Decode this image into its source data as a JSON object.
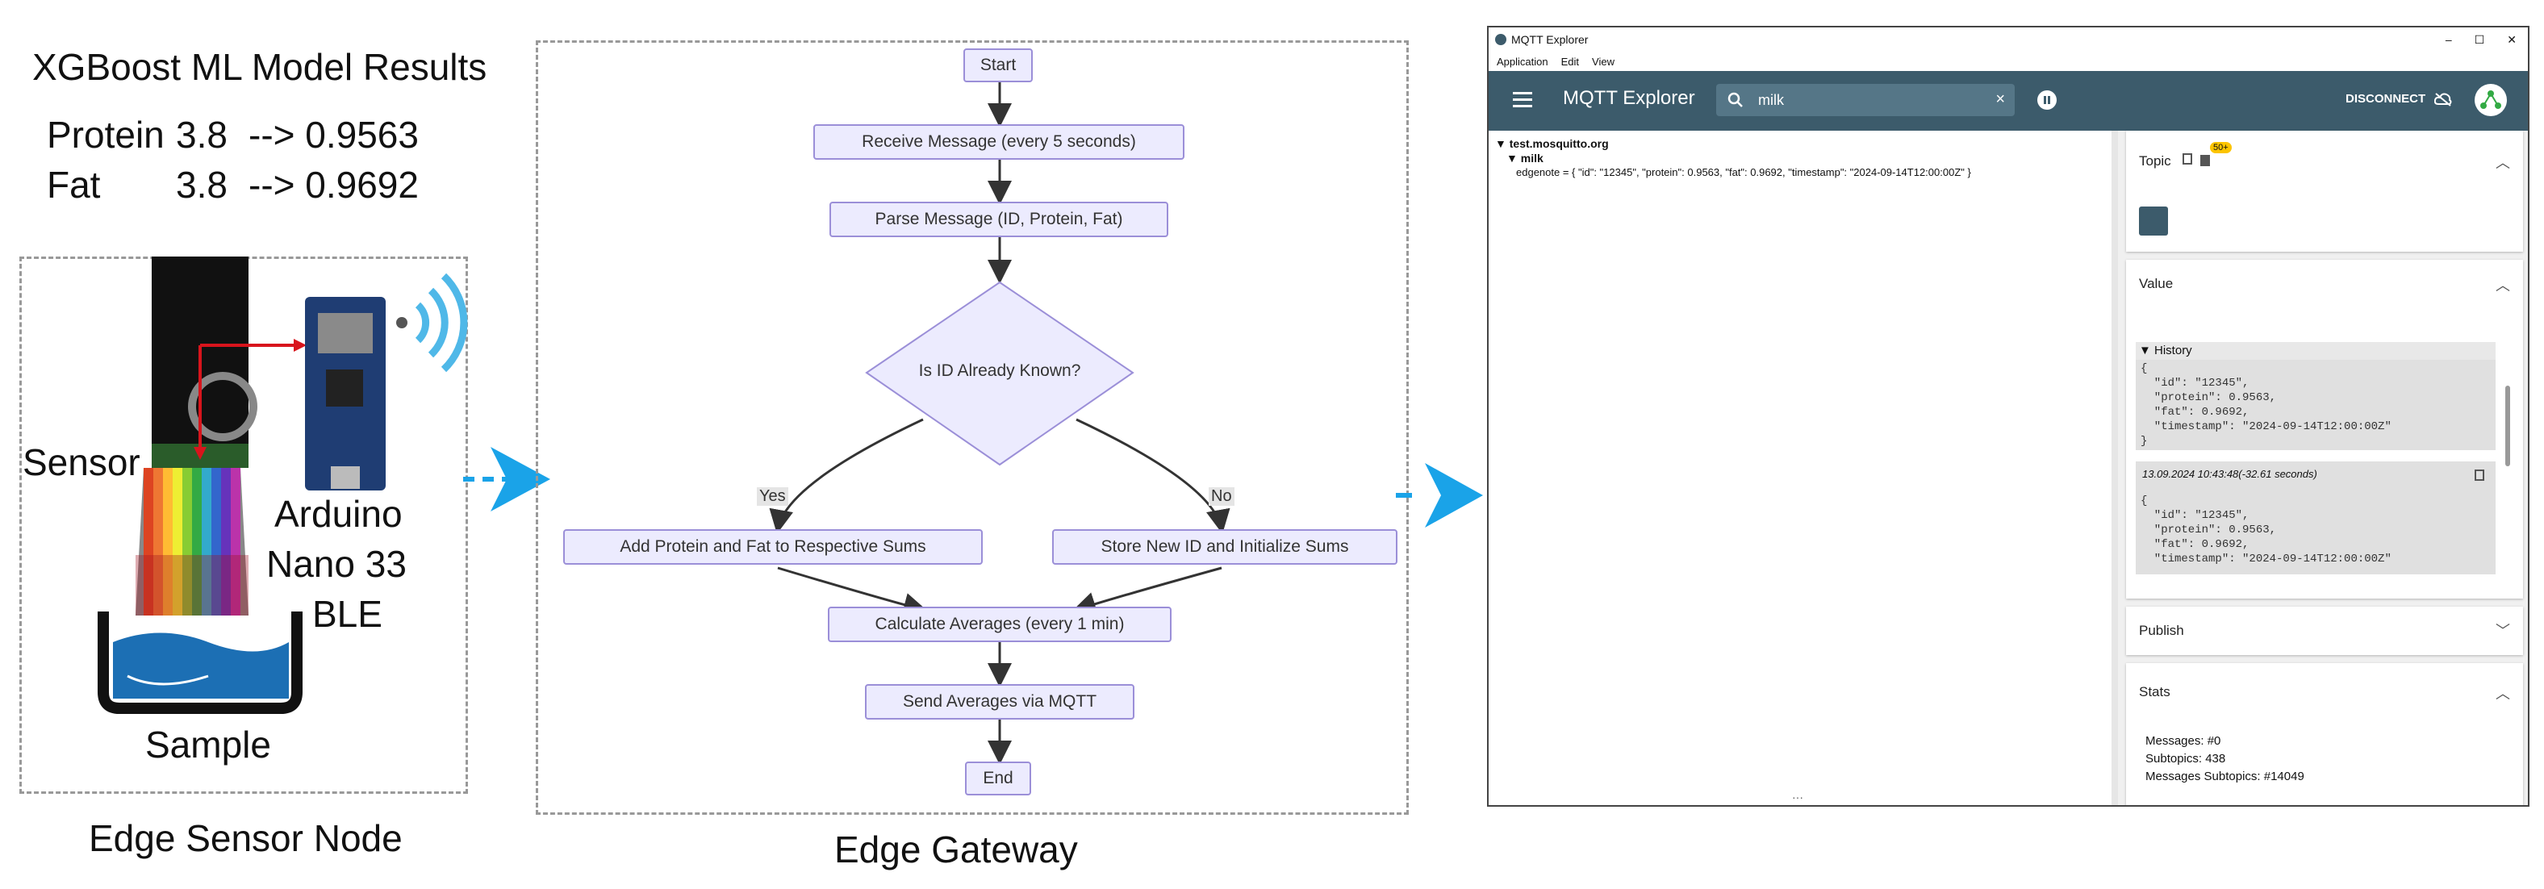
{
  "left": {
    "title": "XGBoost ML Model Results",
    "rows": [
      {
        "name": "Protein",
        "value": "3.8",
        "result": "--> 0.9563"
      },
      {
        "name": "Fat",
        "value": "3.8",
        "result": "--> 0.9692"
      }
    ],
    "sensor_label": "Sensor",
    "arduino_label": [
      "Arduino",
      "Nano 33",
      "BLE"
    ],
    "sample_label": "Sample",
    "caption": "Edge Sensor Node"
  },
  "gateway": {
    "caption": "Edge Gateway",
    "nodes": {
      "start": "Start",
      "receive": "Receive Message (every 5 seconds)",
      "parse": "Parse Message (ID, Protein, Fat)",
      "decision": "Is ID Already Known?",
      "add": "Add Protein and Fat to Respective Sums",
      "store": "Store New ID and Initialize Sums",
      "calc": "Calculate Averages (every 1 min)",
      "send": "Send Averages via MQTT",
      "end": "End"
    },
    "edge_labels": {
      "yes": "Yes",
      "no": "No"
    }
  },
  "mqtt": {
    "window_title": "MQTT Explorer",
    "window_controls": [
      "–",
      "☐",
      "✕"
    ],
    "menu": [
      "Application",
      "Edit",
      "View"
    ],
    "app_title": "MQTT Explorer",
    "search_value": "milk",
    "disconnect_label": "DISCONNECT",
    "tree": {
      "broker": "▼ test.mosquitto.org",
      "topic": "▼ milk",
      "leaf": "edgenote = { \"id\": \"12345\", \"protein\": 0.9563, \"fat\": 0.9692, \"timestamp\": \"2024-09-14T12:00:00Z\" }"
    },
    "topic_card": {
      "label": "Topic",
      "badge": "50+"
    },
    "value_card": {
      "label": "Value",
      "history_label": "▼ History",
      "history_json": "{\n  \"id\": \"12345\",\n  \"protein\": 0.9563,\n  \"fat\": 0.9692,\n  \"timestamp\": \"2024-09-14T12:00:00Z\"\n}",
      "entry_time": "13.09.2024 10:43:48(-32.61 seconds)",
      "entry_json": "{\n  \"id\": \"12345\",\n  \"protein\": 0.9563,\n  \"fat\": 0.9692,\n  \"timestamp\": \"2024-09-14T12:00:00Z\""
    },
    "publish_label": "Publish",
    "stats": {
      "label": "Stats",
      "messages": "Messages: #0",
      "subtopics": "Subtopics: 438",
      "messages_subtopics": "Messages Subtopics: #14049"
    },
    "pane_dots": "···"
  },
  "colors": {
    "accent": "#1aa3e8",
    "appbar": "#3c5b6b",
    "node_fill": "#ecebfe",
    "node_border": "#9b8fd8",
    "red_wire": "#d8141c"
  }
}
